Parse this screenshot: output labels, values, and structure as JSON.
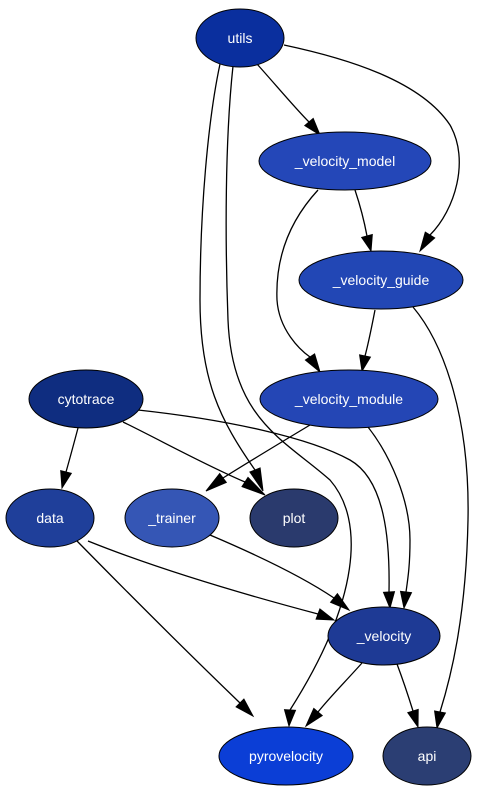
{
  "graph": {
    "nodes": [
      {
        "id": "utils",
        "label": "utils",
        "color": "#0a2f9e"
      },
      {
        "id": "velocity_model",
        "label": "_velocity_model",
        "color": "#2447b8"
      },
      {
        "id": "velocity_guide",
        "label": "_velocity_guide",
        "color": "#2247b5"
      },
      {
        "id": "velocity_module",
        "label": "_velocity_module",
        "color": "#2446b5"
      },
      {
        "id": "cytotrace",
        "label": "cytotrace",
        "color": "#0f2d80"
      },
      {
        "id": "data",
        "label": "data",
        "color": "#1f3f9a"
      },
      {
        "id": "trainer",
        "label": "_trainer",
        "color": "#3556b5"
      },
      {
        "id": "plot",
        "label": "plot",
        "color": "#2a3a6d"
      },
      {
        "id": "velocity",
        "label": "_velocity",
        "color": "#1e3a95"
      },
      {
        "id": "pyrovelocity",
        "label": "pyrovelocity",
        "color": "#0b3ed6"
      },
      {
        "id": "api",
        "label": "api",
        "color": "#2b3e73"
      }
    ],
    "edges": [
      {
        "from": "utils",
        "to": "velocity_model"
      },
      {
        "from": "utils",
        "to": "velocity_guide"
      },
      {
        "from": "utils",
        "to": "plot"
      },
      {
        "from": "utils",
        "to": "pyrovelocity"
      },
      {
        "from": "velocity_model",
        "to": "velocity_guide"
      },
      {
        "from": "velocity_model",
        "to": "velocity_module"
      },
      {
        "from": "velocity_guide",
        "to": "velocity_module"
      },
      {
        "from": "velocity_guide",
        "to": "api"
      },
      {
        "from": "velocity_module",
        "to": "trainer"
      },
      {
        "from": "velocity_module",
        "to": "velocity"
      },
      {
        "from": "cytotrace",
        "to": "data"
      },
      {
        "from": "cytotrace",
        "to": "plot"
      },
      {
        "from": "cytotrace",
        "to": "velocity"
      },
      {
        "from": "data",
        "to": "velocity"
      },
      {
        "from": "data",
        "to": "pyrovelocity"
      },
      {
        "from": "trainer",
        "to": "velocity"
      },
      {
        "from": "velocity",
        "to": "pyrovelocity"
      },
      {
        "from": "velocity",
        "to": "api"
      }
    ]
  }
}
